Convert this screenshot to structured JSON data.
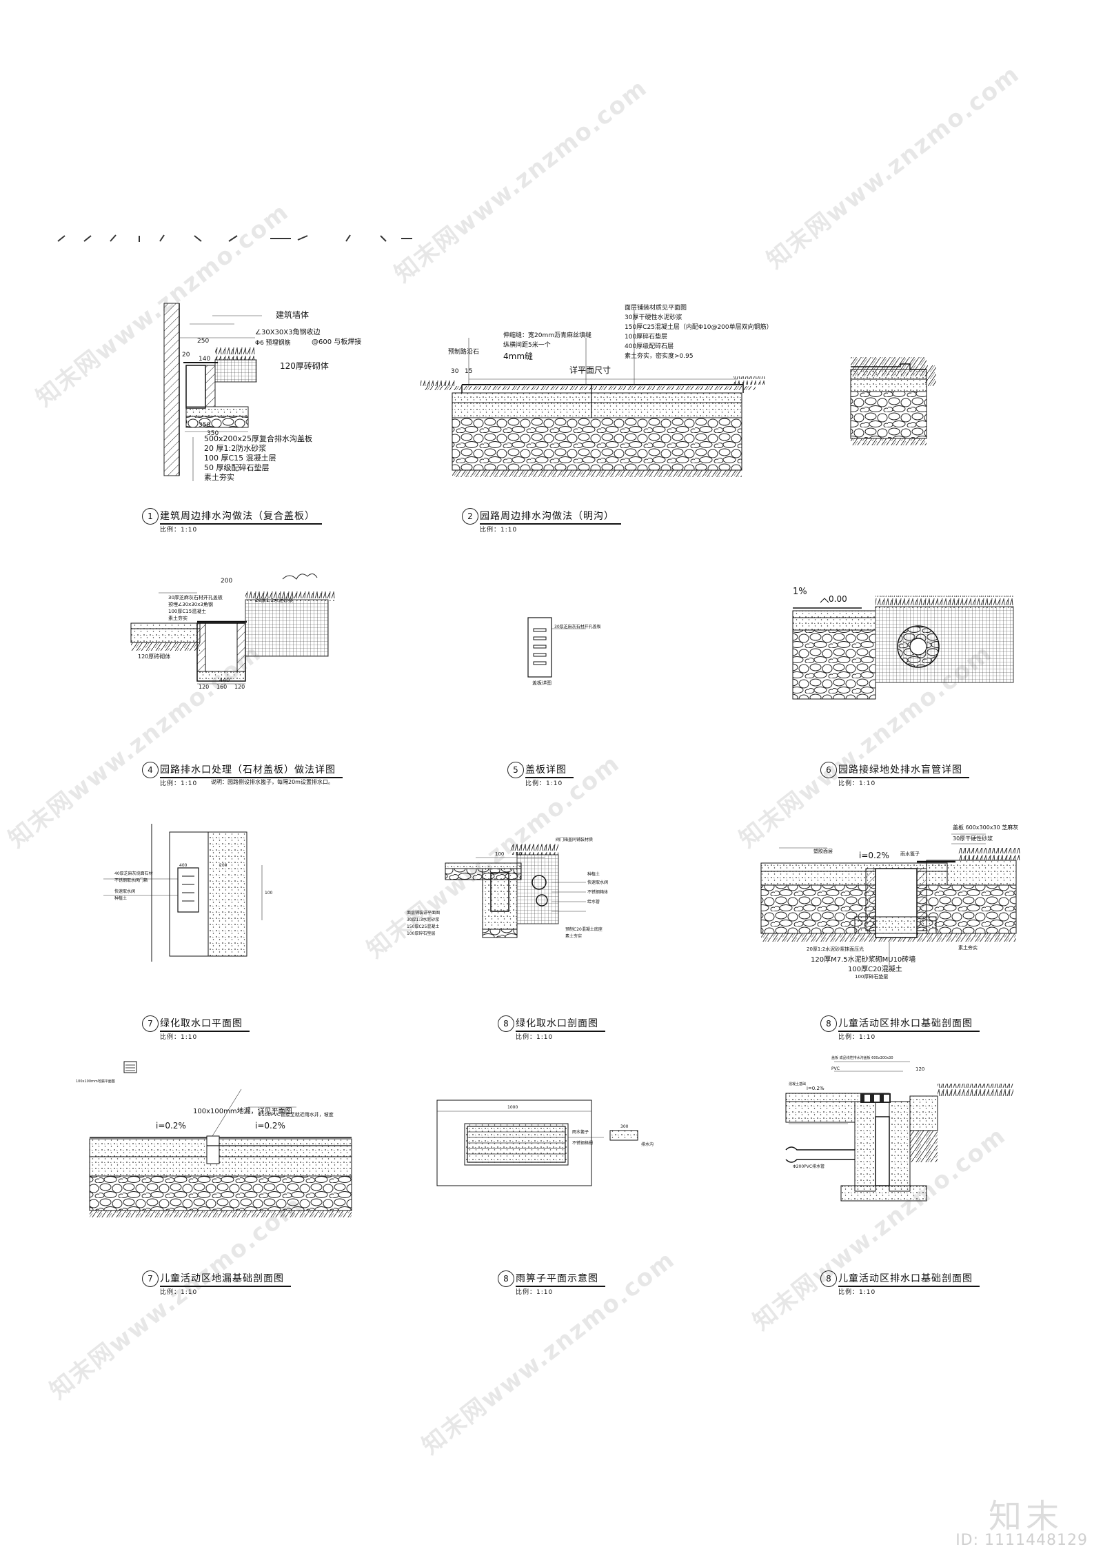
{
  "watermark": {
    "text": "知末网www.znzmo.com",
    "brand": "知末",
    "id_label": "ID: 1111448129"
  },
  "details": [
    {
      "number": "1",
      "title": "建筑周边排水沟做法（复合盖板）",
      "scale": "比例：1:10",
      "labels": [
        "建筑墙体",
        "∠30X30X3角钢收边",
        "Φ6 预埋钢筋",
        "@600 与板焊接",
        "120厚砖砌体",
        "500x200x25厚复合排水沟盖板",
        "20 厚1:2防水砂浆",
        "100 厚C15 混凝土层",
        "50 厚级配碎石垫层",
        "素土夯实",
        "250",
        "20",
        "140",
        "350",
        "350"
      ]
    },
    {
      "number": "2",
      "title": "园路周边排水沟做法（明沟）",
      "scale": "比例：1:10",
      "labels": [
        "面层铺装材质见平面图",
        "30厚干硬性水泥砂浆",
        "150厚C25混凝土层（内配Φ10@200单层双向钢筋）",
        "100厚碎石垫层",
        "400厚级配碎石层",
        "素土夯实，密实度>0.95",
        "伸缩缝：宽20mm沥青麻丝填缝",
        "纵横间距5米一个",
        "4mm缝",
        "预制路沿石",
        "详平面尺寸",
        "30",
        "15"
      ]
    },
    {
      "number": "4",
      "title": "园路排水口处理（石材盖板）做法详图",
      "scale": "比例：1:10",
      "note": "说明：园路侧设排水篦子，每隔20m设置排水口。",
      "labels": [
        "200",
        "30厚芝麻灰石材开孔盖板",
        "预埋∠30x30x3角钢",
        "100厚C15混凝土",
        "素土夯实",
        "20厚1:2水泥砂浆",
        "120",
        "160",
        "120",
        "440",
        "120厚砖砌体"
      ]
    },
    {
      "number": "5",
      "title": "盖板详图",
      "scale": "比例：1:10",
      "labels": [
        "30厚芝麻灰石材开孔盖板",
        "盖板详图"
      ]
    },
    {
      "number": "6",
      "title": "园路接绿地处排水盲管详图",
      "scale": "比例：1:10",
      "labels": [
        "1%",
        "0.00"
      ]
    },
    {
      "number": "7",
      "title": "绿化取水口平面图",
      "scale": "比例：1:10",
      "labels": [
        "40厚芝麻灰烧面石材",
        "不锈钢取水阀门箱",
        "快速取水阀",
        "种植土",
        "200",
        "100",
        "400"
      ]
    },
    {
      "number": "8",
      "title": "绿化取水口剖面图",
      "scale": "比例：1:10",
      "labels": [
        "100",
        "50",
        "阀门箱盖同铺装材质",
        "种植土",
        "快速取水阀",
        "不锈钢箱体",
        "给水管",
        "面层铺装详平面图",
        "30厚1:3水泥砂浆",
        "150厚C25混凝土",
        "100厚碎石垫层",
        "预制C20混凝土底座",
        "素土夯实"
      ]
    },
    {
      "number": "8",
      "title": "儿童活动区排水口基础剖面图",
      "scale": "比例：1:10",
      "labels": [
        "盖板 600x300x30 芝麻灰",
        "30厚干硬性砂浆",
        "塑胶面层",
        "i=0.2%",
        "雨水篦子",
        "20厚1:2水泥砂浆抹面压光",
        "120厚M7.5水泥砂浆砌MU10砖墙",
        "100厚C20混凝土",
        "100厚碎石垫层",
        "素土夯实"
      ]
    },
    {
      "number": "7",
      "title": "儿童活动区地漏基础剖面图",
      "scale": "比例：1:10",
      "labels": [
        "100x100mm地漏，详见平面图",
        "i=0.2%",
        "i=0.2%",
        "Φ100PVC管接至就近雨水井，坡度",
        "100x100mm地漏平面图"
      ]
    },
    {
      "number": "8",
      "title": "雨箅子平面示意图",
      "scale": "比例：1:10",
      "labels": [
        "1000",
        "300",
        "雨水篦子",
        "不锈钢格栅",
        "排水沟"
      ]
    },
    {
      "number": "8",
      "title": "儿童活动区排水口基础剖面图",
      "scale": "比例：1:10",
      "labels": [
        "盖板 成品线性排水沟盖板 600x300x30",
        "PVC",
        "混凝土基础",
        "120",
        "i=0.2%",
        "Φ200PVC排水管"
      ]
    }
  ],
  "colors": {
    "ink": "#111111",
    "watermark": "#e7e7e7",
    "paper": "#ffffff"
  }
}
